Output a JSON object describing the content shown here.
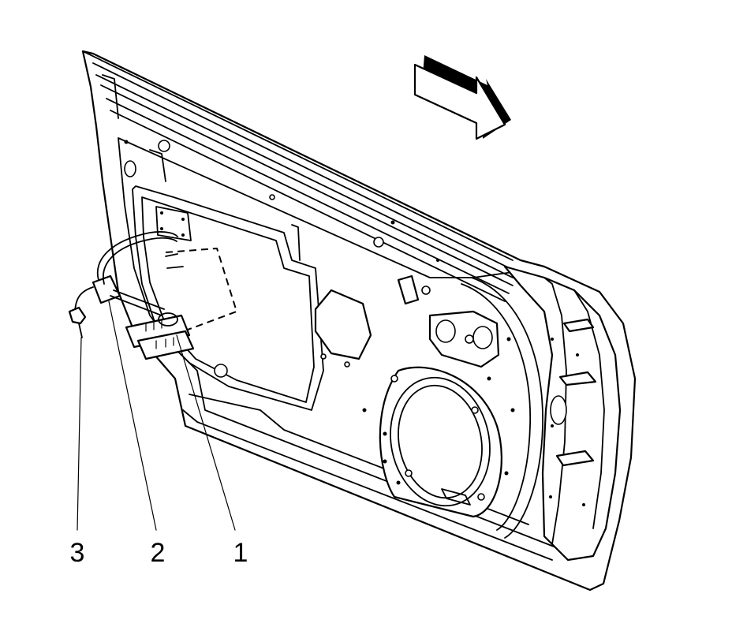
{
  "callouts": [
    {
      "id": "1",
      "label": "1"
    },
    {
      "id": "2",
      "label": "2"
    },
    {
      "id": "3",
      "label": "3"
    }
  ],
  "icons": {
    "direction_arrow": "forward-direction-arrow-icon"
  },
  "colors": {
    "line": "#000000",
    "background": "#ffffff"
  }
}
